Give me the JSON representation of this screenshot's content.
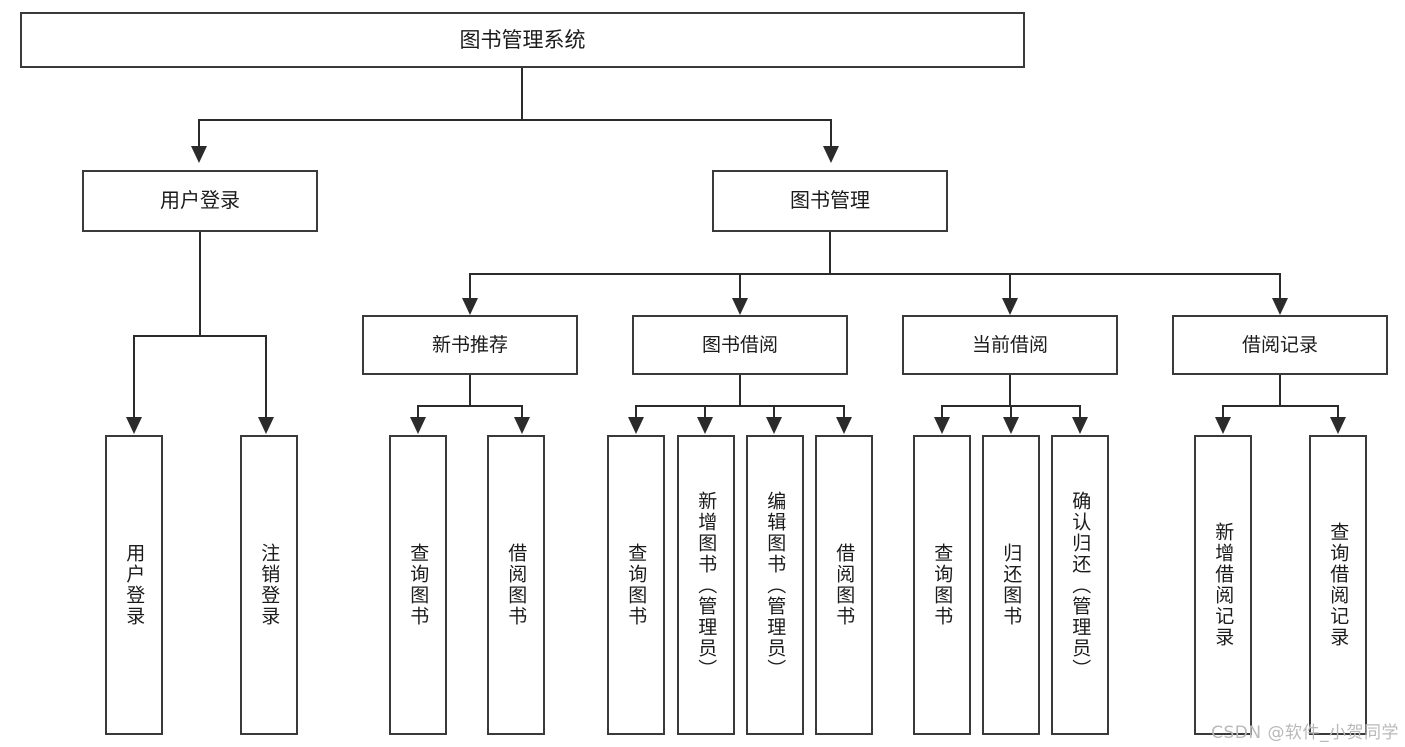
{
  "diagram": {
    "type": "tree",
    "title": "图书管理系统",
    "root": {
      "label": "图书管理系统"
    },
    "level2": [
      {
        "label": "用户登录"
      },
      {
        "label": "图书管理"
      }
    ],
    "level3": [
      {
        "label": "新书推荐"
      },
      {
        "label": "图书借阅"
      },
      {
        "label": "当前借阅"
      },
      {
        "label": "借阅记录"
      }
    ],
    "leaves": {
      "user_login": [
        {
          "label": "用户登录"
        },
        {
          "label": "注销登录"
        }
      ],
      "new_book_recommend": [
        {
          "label": "查询图书"
        },
        {
          "label": "借阅图书"
        }
      ],
      "book_borrow": [
        {
          "label": "查询图书"
        },
        {
          "label": "新增图书（管理员）"
        },
        {
          "label": "编辑图书（管理员）"
        },
        {
          "label": "借阅图书"
        }
      ],
      "current_borrow": [
        {
          "label": "查询图书"
        },
        {
          "label": "归还图书"
        },
        {
          "label": "确认归还（管理员）"
        }
      ],
      "borrow_record": [
        {
          "label": "新增借阅记录"
        },
        {
          "label": "查询借阅记录"
        }
      ]
    }
  },
  "watermark": {
    "text": "CSDN @软件_小贺同学"
  },
  "colors": {
    "box_border": "#3a3a3a",
    "line": "#2b2b2b",
    "background": "#ffffff",
    "text": "#1b1b1b",
    "watermark": "#b9b9b9"
  }
}
